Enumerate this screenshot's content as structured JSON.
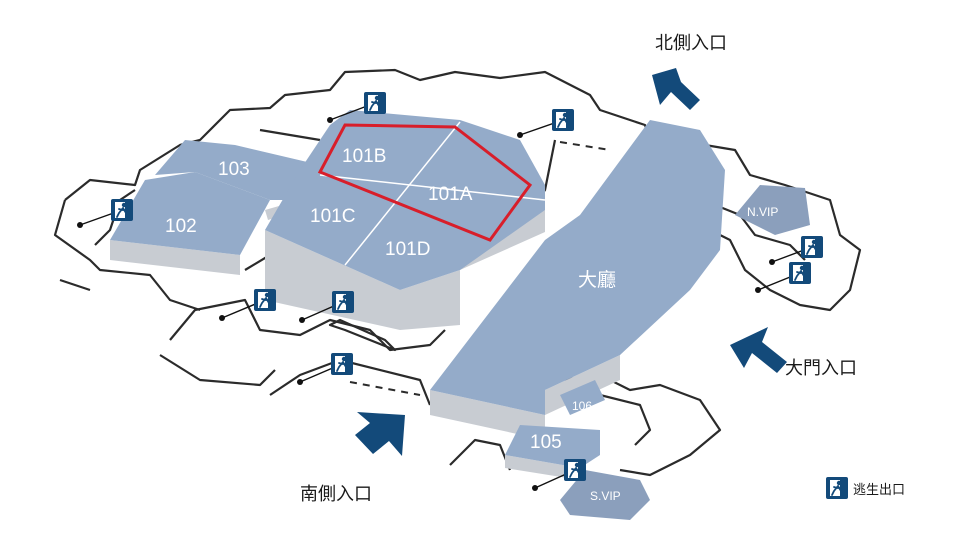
{
  "colors": {
    "room": "#94abc9",
    "highlight": "#d81e2a",
    "arrow": "#134a7a",
    "exit_sign": "#134a7a"
  },
  "rooms": {
    "r101a": "101A",
    "r101b": "101B",
    "r101c": "101C",
    "r101d": "101D",
    "r102": "102",
    "r103": "103",
    "r105": "105",
    "r106": "106",
    "hall": "大廳",
    "nvip": "N.VIP",
    "svip": "S.VIP"
  },
  "entrances": {
    "north": "北側入口",
    "main": "大門入口",
    "south": "南側入口"
  },
  "legend": {
    "icon": "emergency-exit-icon",
    "label": "逃生出口"
  },
  "highlighted_rooms": [
    "101A",
    "101B"
  ]
}
